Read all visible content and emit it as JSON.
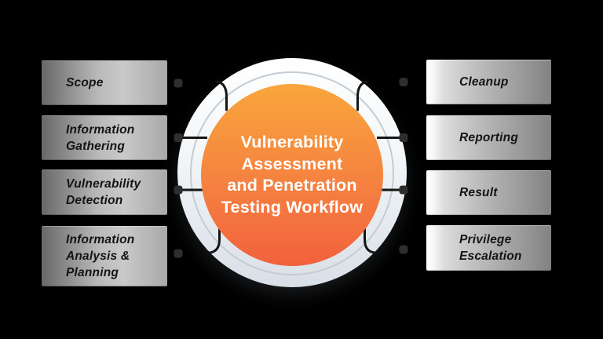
{
  "background_color": "#000000",
  "center": {
    "title": "Vulnerability Assessment and Penetration Testing Workflow",
    "title_lines": [
      "Vulnerability",
      "Assessment",
      "and Penetration",
      "Testing Workflow"
    ],
    "orange_top": "#F9A63C",
    "orange_bottom": "#F2613D",
    "ring_color": "#D8DFE6"
  },
  "left_boxes": [
    {
      "label": "Scope"
    },
    {
      "label": "Information\nGathering"
    },
    {
      "label": "Vulnerability\nDetection"
    },
    {
      "label": "Information\nAnalysis &\nPlanning"
    }
  ],
  "right_boxes": [
    {
      "label": "Cleanup"
    },
    {
      "label": "Reporting"
    },
    {
      "label": "Result"
    },
    {
      "label": "Privilege\nEscalation"
    }
  ],
  "connector": {
    "dot_color": "#2E2E2E",
    "line_color": "#161616"
  }
}
